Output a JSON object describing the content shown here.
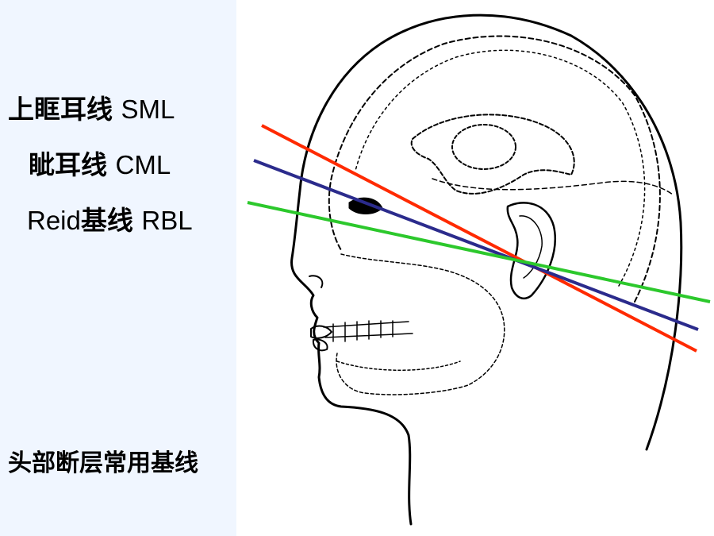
{
  "labels": {
    "sml": {
      "zh": "上眶耳线",
      "en": "SML"
    },
    "cml": {
      "zh": "眦耳线",
      "en": "CML"
    },
    "rbl": {
      "en_prefix": "Reid",
      "zh": "基线",
      "en": "RBL"
    }
  },
  "caption": "头部断层常用基线",
  "colors": {
    "sml_line": "#ff2a00",
    "cml_line": "#2b2b8c",
    "rbl_line": "#2cc82c",
    "sidebar_bg": "#f0f6ff"
  }
}
